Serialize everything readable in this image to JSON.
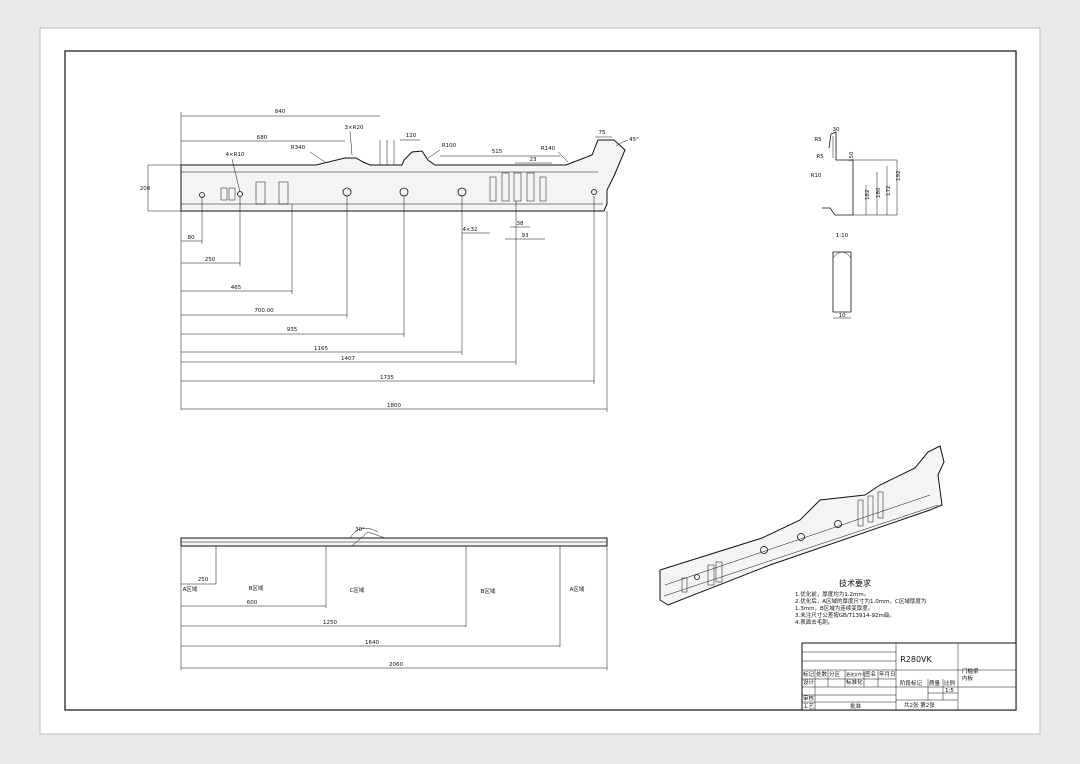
{
  "dimensions": {
    "top": [
      "840",
      "680",
      "3×R20",
      "R340",
      "4×R10",
      "R100",
      "515",
      "R140",
      "23",
      "75",
      "45°"
    ],
    "h208": "208",
    "bottom": [
      "80",
      "250",
      "465",
      "700.00",
      "935",
      "1165",
      "1407",
      "1735",
      "1800"
    ],
    "slot": [
      "4×32",
      "38",
      "93"
    ]
  },
  "section": {
    "labels": [
      "30",
      "R5",
      "R5",
      "R10",
      "192",
      "172",
      "180",
      "182",
      "150"
    ],
    "scale": "1:10",
    "detail": "10"
  },
  "developed": {
    "angle": "30°",
    "zones": [
      "A区域",
      "B区域",
      "C区域",
      "B区域",
      "A区域"
    ],
    "dims": [
      "250",
      "600",
      "1250",
      "1640",
      "2060"
    ]
  },
  "notes": {
    "title": "技术要求",
    "items": [
      "1.优化前，厚度均为1.2mm。",
      "2.优化后，A区域的厚度尺寸为1.0mm，C区域厚度为",
      "  1.3mm，B区域为连续变厚度。",
      "3.未注尺寸公差按GB/T13914-92m级。",
      "4.表面去毛刺。"
    ]
  },
  "titleblock": {
    "part_no": "R280VK",
    "part_name": [
      "门槛梁",
      "内板"
    ],
    "row_a": [
      "标记",
      "处数",
      "分区",
      "更改文件号",
      "签名",
      "年月日"
    ],
    "row_b": [
      "设计",
      "标准化"
    ],
    "stage": [
      "阶段标记",
      "质量",
      "比例"
    ],
    "scale": "1:5",
    "review": "审核",
    "process": "工艺",
    "approve": "批准",
    "sheets": "共2张 第2张"
  }
}
